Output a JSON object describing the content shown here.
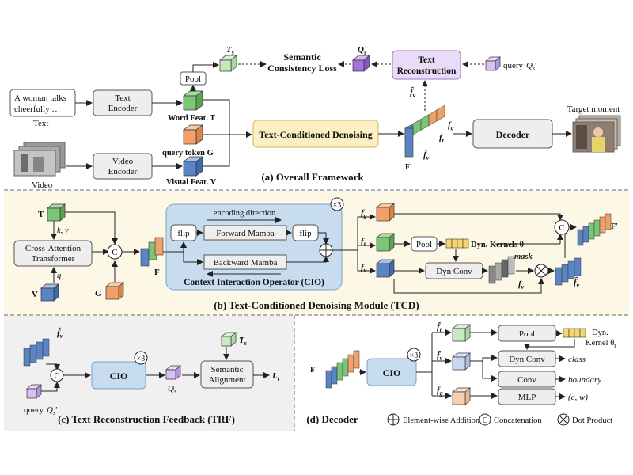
{
  "colors": {
    "green": "#7cc576",
    "orange": "#f0a068",
    "blue": "#5b84c4",
    "purple": "#c9a8e8",
    "yellow_box": "#fcefc4",
    "cio_blue": "#c7dcef",
    "tcd_bg": "#fdf7e6",
    "gray_box": "#eeeeee"
  },
  "overall": {
    "caption": "(a) Overall Framework",
    "input_text": [
      "A woman talks",
      "cheerfully …"
    ],
    "text_label": "Text",
    "text_encoder": [
      "Text",
      "Encoder"
    ],
    "video_label": "Video",
    "video_encoder": [
      "Video",
      "Encoder"
    ],
    "pool": "Pool",
    "ts": "T",
    "ts_sub": "s",
    "semantic_loss": [
      "Semantic",
      "Consistency Loss"
    ],
    "qs": "Q",
    "qs_sub": "s",
    "text_recon": [
      "Text",
      "Reconstruction"
    ],
    "query": "query",
    "query_sym": "Q",
    "query_sub": "s",
    "query_prime": "′",
    "word_feat": "Word Feat. T",
    "query_token": "query token G",
    "visual_feat": "Visual Feat. V",
    "tcd_box": "Text-Conditioned Denoising",
    "fv_hat": "f̂",
    "fv_sub": "v",
    "fg": "f",
    "fg_sub": "g",
    "ft": "f",
    "ft_sub": "t",
    "fprime": "F′",
    "decoder": "Decoder",
    "target": "Target moment"
  },
  "tcd": {
    "caption": "(b) Text-Conditioned Denoising Module (TCD)",
    "T": "T",
    "kv": "k, v",
    "q": "q",
    "cross_attn": [
      "Cross-Attention",
      "Transformer"
    ],
    "V": "V",
    "G": "G",
    "F": "F",
    "concat": "C",
    "encoding_direction": "encoding direction",
    "flip": "flip",
    "forward": "Forward Mamba",
    "backward": "Backward Mamba",
    "cio": "Context Interaction Operator (CIO)",
    "times3": "×3",
    "fg": "f",
    "fg_sub": "g",
    "ft": "f",
    "ft_sub": "t",
    "fv": "f",
    "fv_sub": "v",
    "pool": "Pool",
    "dyn_kernels": "Dyn. Kernels θ",
    "mask": "mask",
    "dyn_conv": "Dyn Conv",
    "fv_out": "f",
    "fv_out_sub": "v",
    "fv_hat": "f̂",
    "fv_hat_sub": "v",
    "fprime": "F′"
  },
  "trf": {
    "caption": "(c) Text Reconstruction Feedback (TRF)",
    "fv_hat": "f̂",
    "fv_sub": "v",
    "concat": "C",
    "cio": "CIO",
    "times3": "×3",
    "qs": "Q",
    "qs_sub": "s",
    "ts": "T",
    "ts_sub": "s",
    "semantic_alignment": [
      "Semantic",
      "Alignment"
    ],
    "lt": "L",
    "lt_sub": "t",
    "query": "query",
    "query_sym": "Q",
    "query_sub": "s",
    "query_prime": "′"
  },
  "dec": {
    "caption": "(d) Decoder",
    "fprime": "F′",
    "cio": "CIO",
    "times3": "×3",
    "ft": "f̄",
    "ft_sub": "t",
    "fv": "f̄",
    "fv_sub": "v",
    "fg": "f̄",
    "fg_sub": "g",
    "pool": "Pool",
    "dyn_kernel": [
      "Dyn.",
      "Kernel θ"
    ],
    "dyn_kernel_sub": "t",
    "dyn_conv": "Dyn Conv",
    "class": "class",
    "conv": "Conv",
    "boundary": "boundary",
    "mlp": "MLP",
    "cw": "(c, w)"
  },
  "legend": {
    "add": "Element-wise Addition",
    "concat_sym": "C",
    "concat": "Concatenation",
    "dot": "Dot Product"
  }
}
